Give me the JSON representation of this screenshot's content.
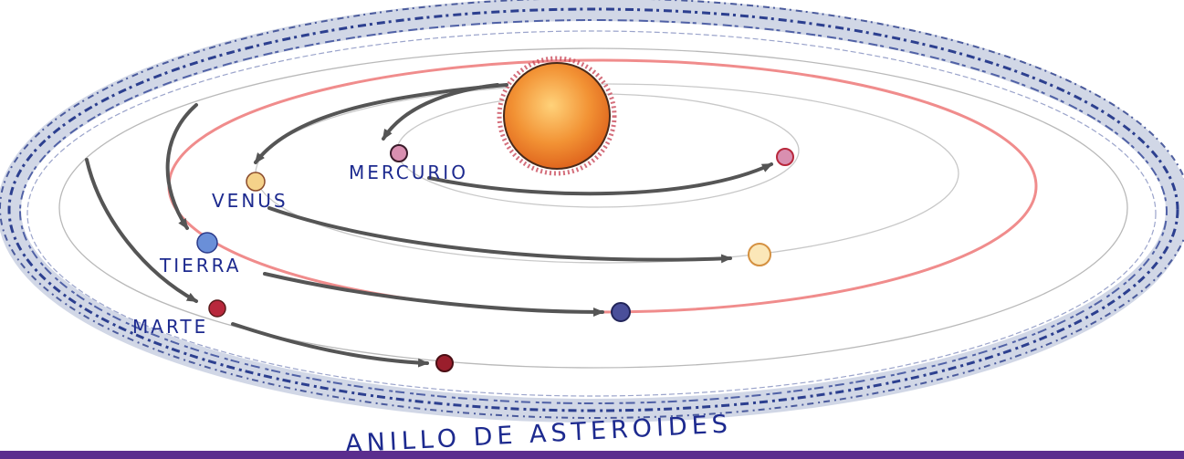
{
  "labels": {
    "mercury": "MERCURIO",
    "venus": "VENUS",
    "earth": "TIERRA",
    "mars": "MARTE",
    "asteroid_ring": "ANILLO DE ASTEROIDES"
  },
  "colors": {
    "sun": "#f08a2c",
    "sun_corona": "#c94a5a",
    "mercury": "#d98fb0",
    "venus": "#f5d28a",
    "earth": "#6a8fd8",
    "mars": "#b8283c",
    "earth_orbit": "#f08c8c",
    "asteroid_ring": "#2c3f8f",
    "labels": "#1d2a8f",
    "arrows": "#555555",
    "footer_bar": "#5b2d8e"
  }
}
